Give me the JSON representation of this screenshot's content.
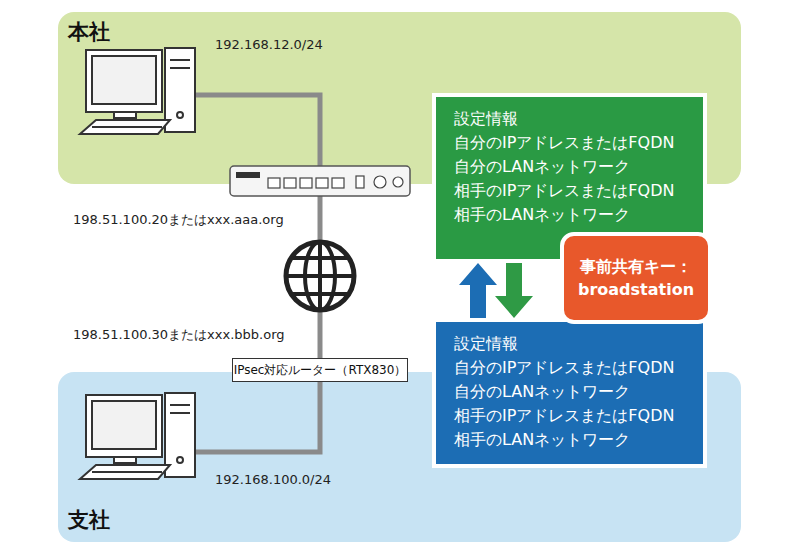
{
  "diagram": {
    "nodes": [
      {
        "text": [
          "本社"
        ]
      },
      {
        "text": [
          "設定情報",
          "自分のIPアドレスまたはFQDN",
          "自分のLANネットワーク",
          "相手のIPアドレスまたはFQDN",
          "相手のLANネットワーク"
        ]
      },
      {
        "text": [
          "事前共有キー：",
          "broadstation"
        ]
      },
      {
        "text": [
          "IPsec対応ルーター（RTX830）"
        ]
      },
      {
        "text": [
          "設定情報",
          "自分のIPアドレスまたはFQDN",
          "自分のLANネットワーク",
          "相手のIPアドレスまたはFQDN",
          "相手のLANネットワーク"
        ]
      },
      {
        "text": [
          "支社"
        ]
      }
    ],
    "edges": [
      {
        "from": 4,
        "to": 1,
        "arrow": "to"
      },
      {
        "from": 1,
        "to": 4,
        "arrow": "to"
      }
    ],
    "labels": [
      "192.168.12.0/24",
      "198.51.100.20またはxxx.aaa.org",
      "198.51.100.30またはxxx.bbb.org",
      "192.168.100.0/24"
    ]
  }
}
